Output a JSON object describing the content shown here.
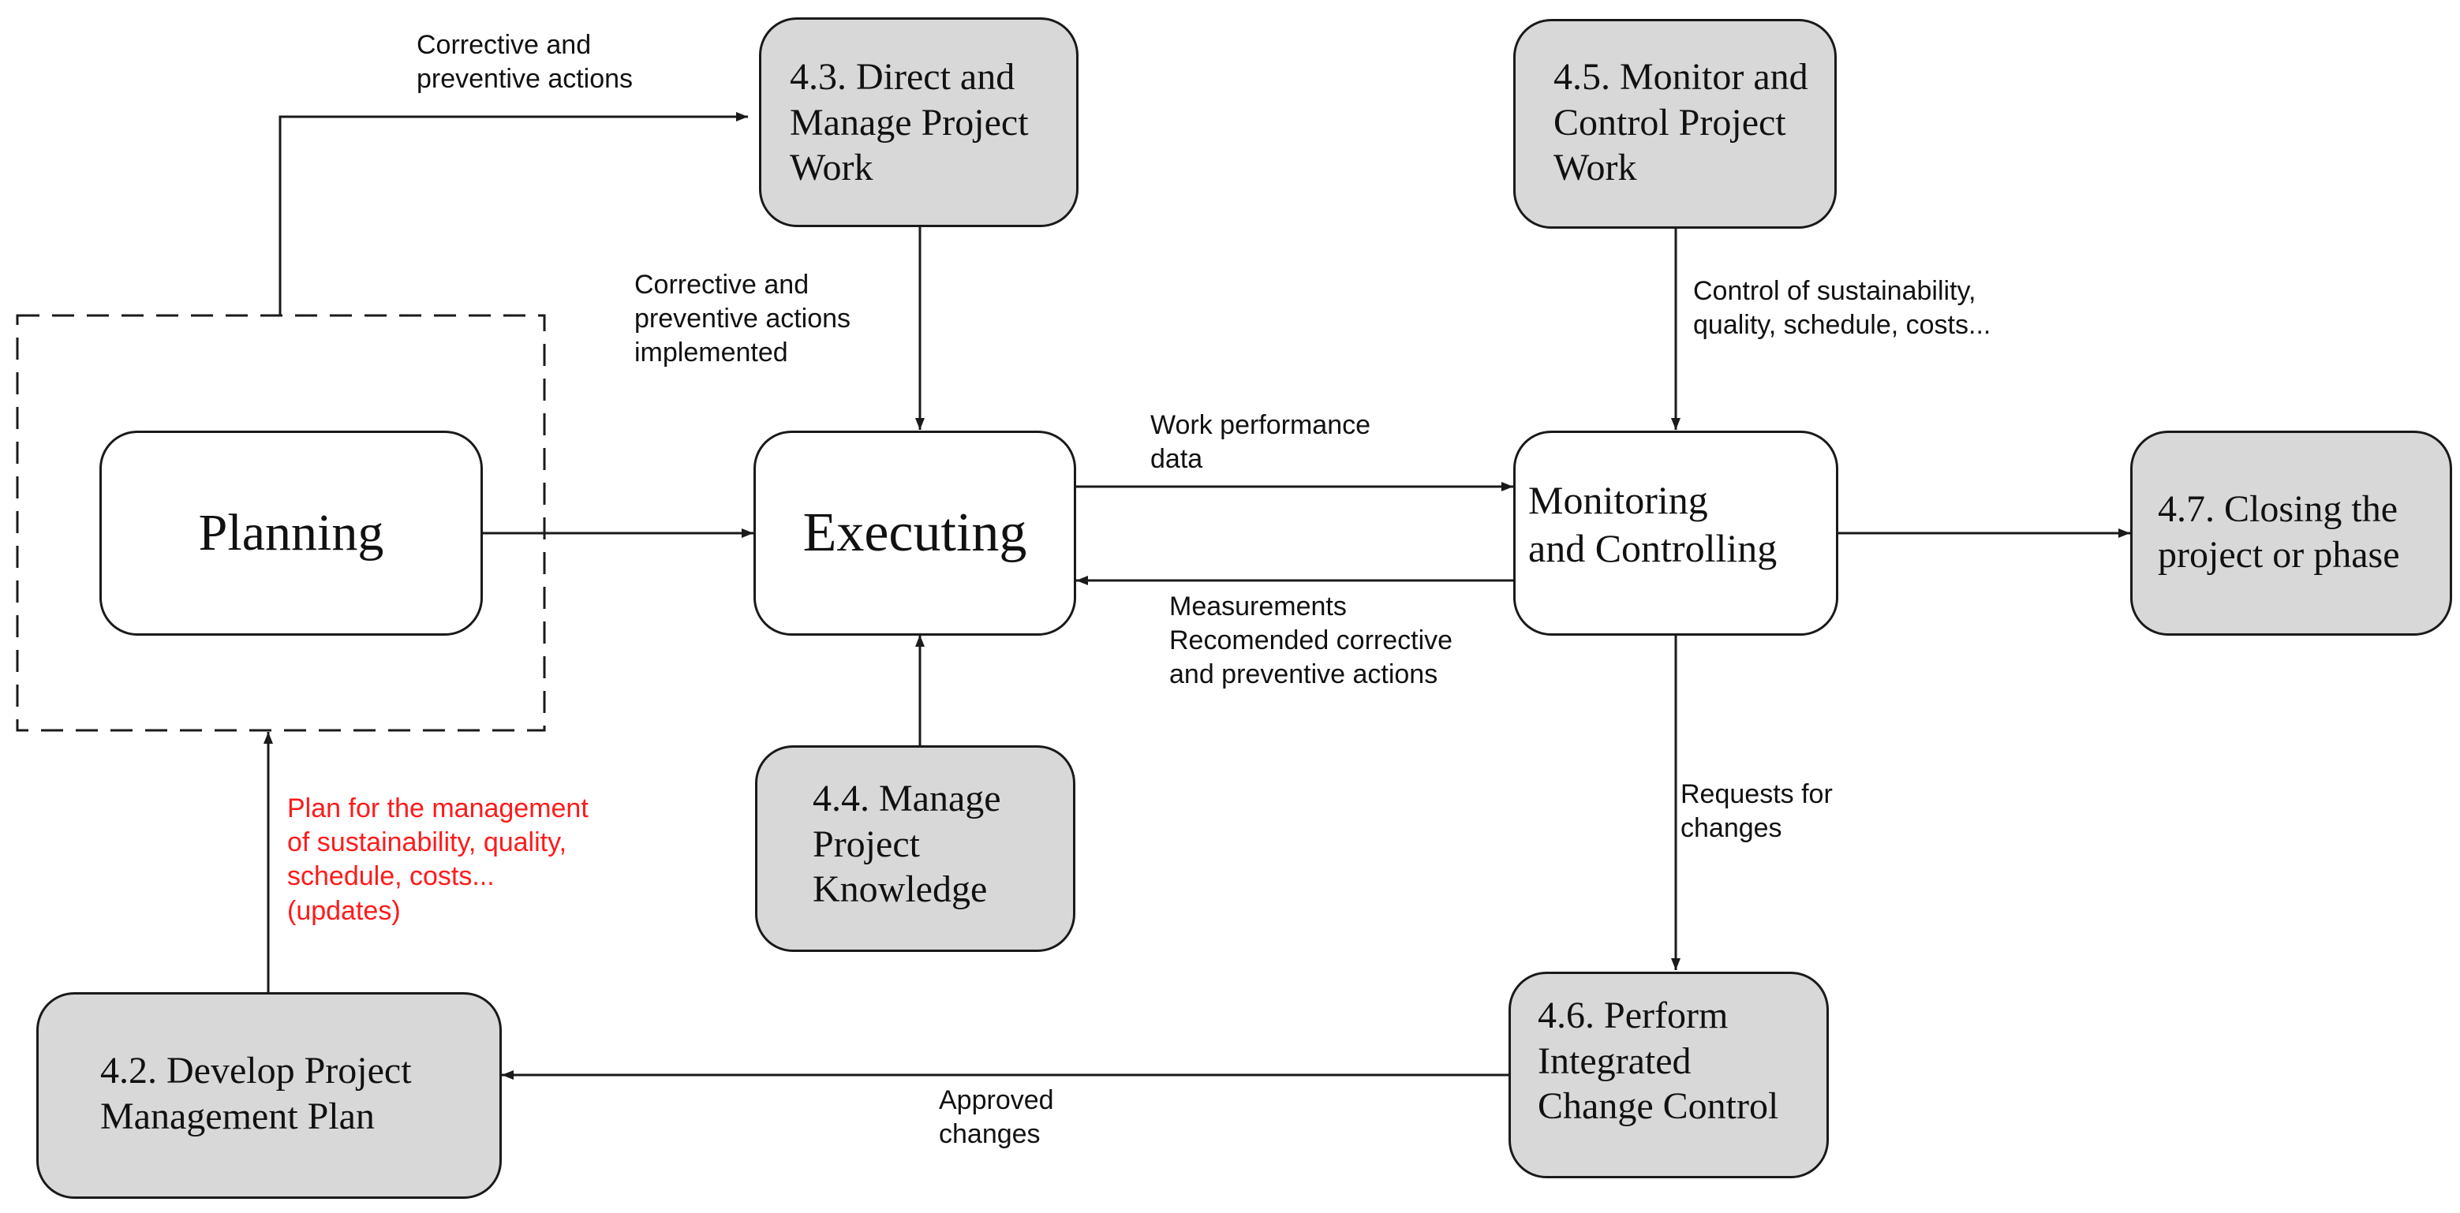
{
  "nodes": {
    "planning": "Planning",
    "executing": "Executing",
    "monitoring": "Monitoring\nand Controlling",
    "direct_manage": "4.3. Direct and\nManage Project\nWork",
    "monitor_control": "4.5. Monitor and\nControl Project\nWork",
    "closing": "4.7. Closing the\nproject or phase",
    "manage_knowledge": "4.4. Manage\nProject\nKnowledge",
    "develop_plan": "4.2. Develop Project\nManagement Plan",
    "change_control": "4.6. Perform\nIntegrated\nChange Control"
  },
  "edges": {
    "corrective_preventive": "Corrective and\npreventive actions",
    "corrective_implemented": "Corrective and\npreventive actions\nimplemented",
    "control_sustainability": "Control of sustainability,\nquality, schedule, costs...",
    "work_performance": "Work performance\ndata",
    "measurements": "Measurements\nRecomended corrective\nand preventive actions",
    "requests": "Requests for\nchanges",
    "approved": "Approved\nchanges",
    "plan_management": "Plan for the management\nof sustainability, quality,\nschedule, costs...\n(updates)"
  },
  "colors": {
    "box_gray": "#d8d8d8",
    "box_white": "#ffffff",
    "line": "#1a1a1a",
    "highlight_text": "#ff1a1a"
  }
}
